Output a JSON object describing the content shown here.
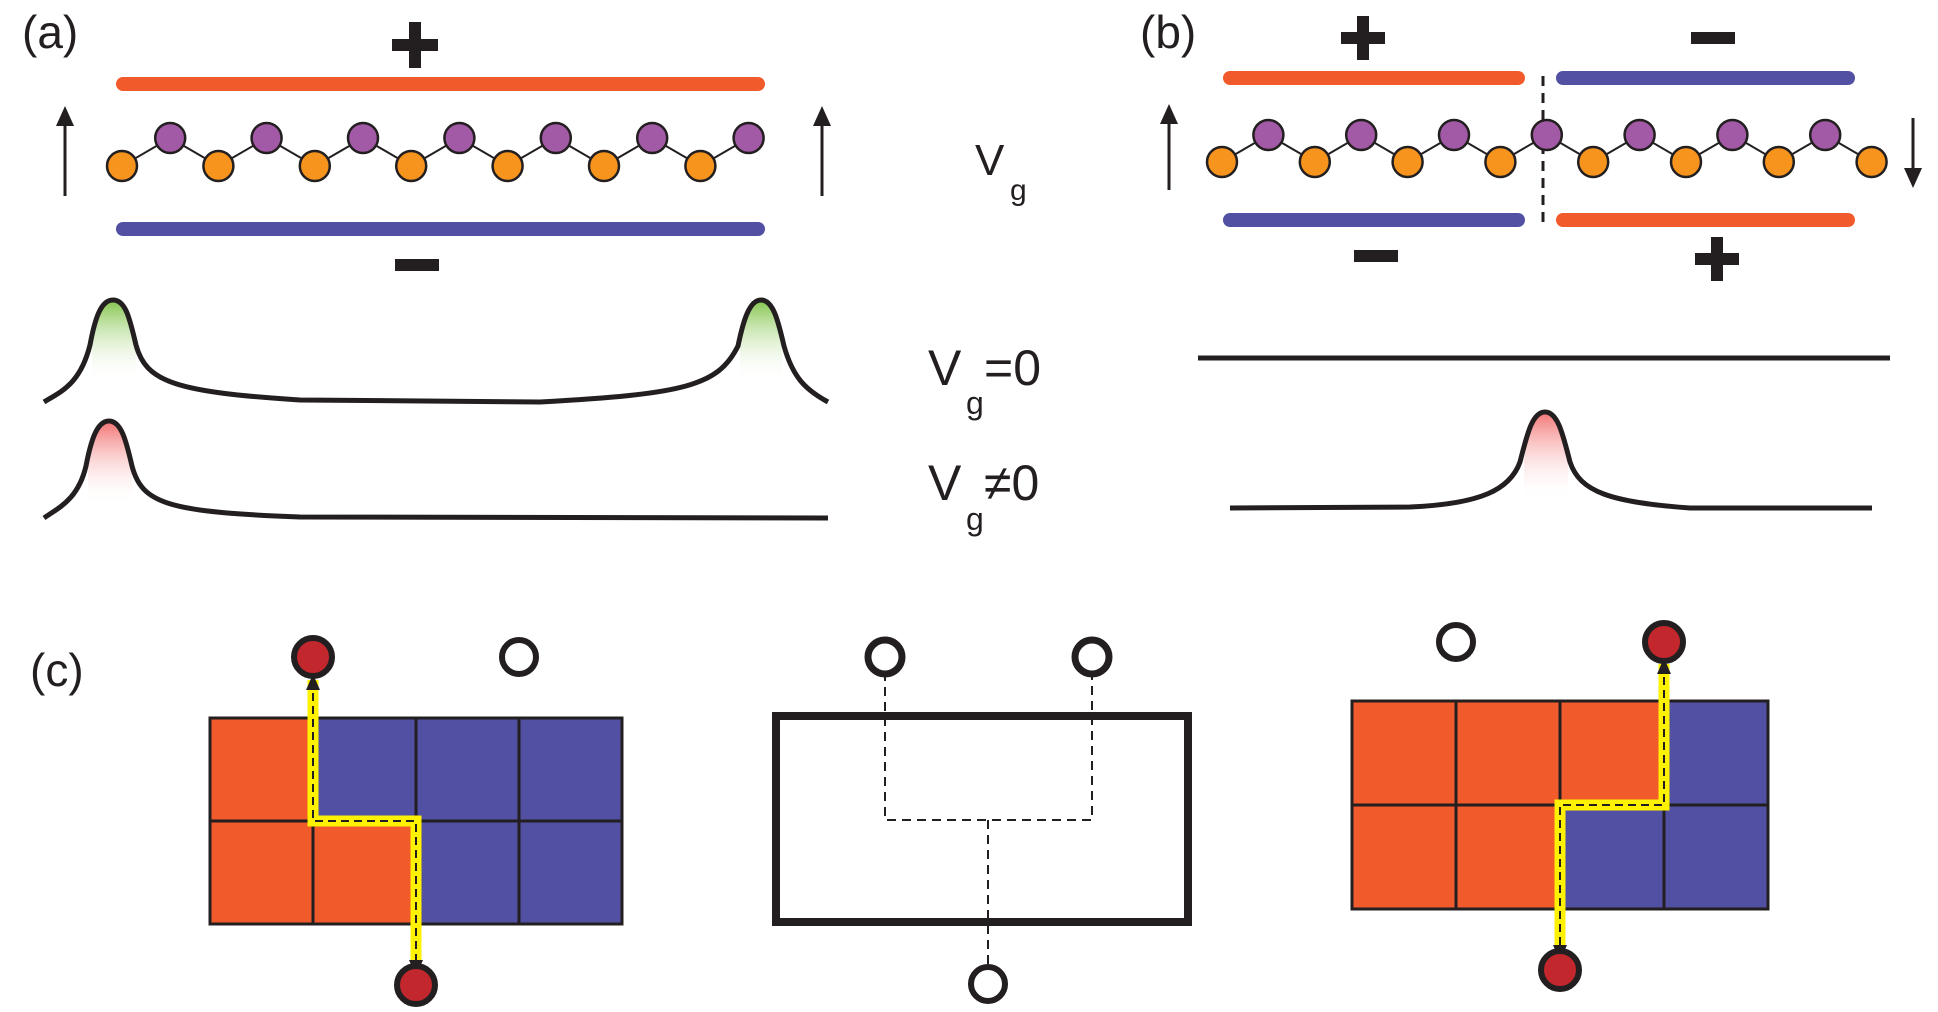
{
  "panels": {
    "a": {
      "label": "(a)",
      "top_sign": "+",
      "bottom_sign": "−"
    },
    "b": {
      "label": "(b)",
      "left_top_sign": "+",
      "right_top_sign": "−",
      "left_bottom_sign": "−",
      "right_bottom_sign": "+"
    },
    "c": {
      "label": "(c)"
    }
  },
  "gate": {
    "symbol": "V",
    "subscript": "g",
    "zero": "=0",
    "nonzero": "≠0"
  },
  "colors": {
    "positive_plate": "#f15a2b",
    "negative_plate": "#5150a2",
    "atom_a": "#f7941d",
    "atom_b": "#a35aa6",
    "edge_state_zero": "#8dc63f",
    "edge_state_nonzero": "#f08080",
    "path": "#fff200",
    "terminal_filled": "#c1272d"
  },
  "icons": [
    "up-arrow-icon",
    "down-arrow-icon",
    "plus-sign",
    "minus-sign",
    "terminal-circle"
  ]
}
